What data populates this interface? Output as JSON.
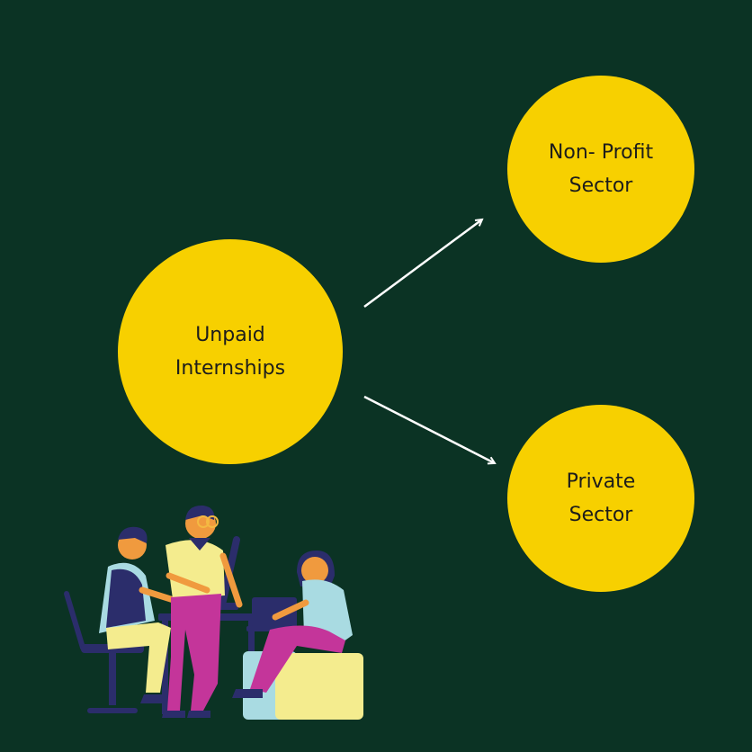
{
  "colors": {
    "background": "#0b3324",
    "node_fill": "#f7d000",
    "node_text": "#1d1d1b",
    "arrow": "#ffffff"
  },
  "diagram": {
    "center_node": {
      "label": "Unpaid\nInternships"
    },
    "branches": [
      {
        "label": "Non- Profit\nSector"
      },
      {
        "label": "Private\nSector"
      }
    ]
  },
  "illustration": {
    "icon": "people-working-at-desk-illustration"
  }
}
